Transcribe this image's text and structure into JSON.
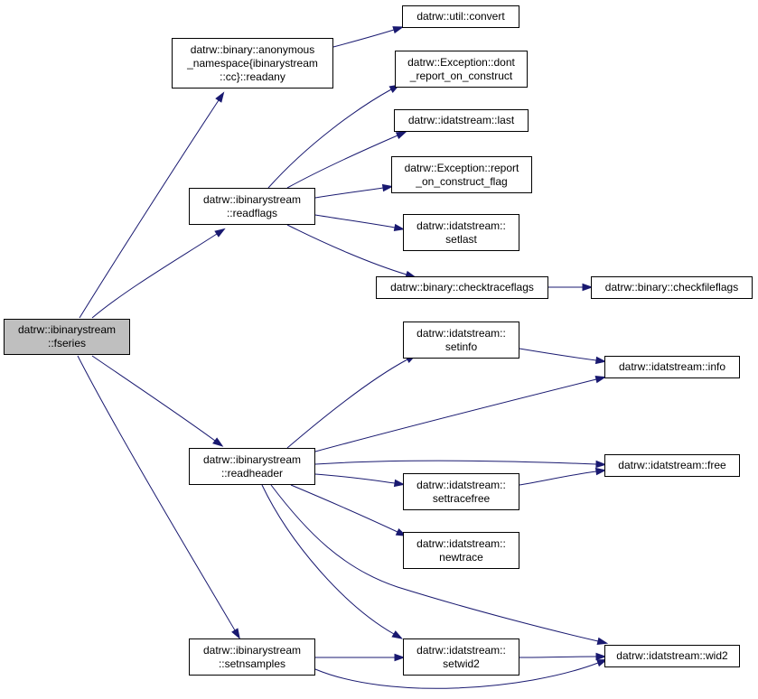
{
  "colors": {
    "edge": "#191970",
    "root_fill": "#bfbfbf",
    "node_fill": "#ffffff"
  },
  "nodes": {
    "fseries": [
      "datrw::ibinarystream",
      "::fseries"
    ],
    "readany": [
      "datrw::binary::anonymous",
      "_namespace{ibinarystream",
      "::cc}::readany"
    ],
    "util_convert": [
      "datrw::util::convert"
    ],
    "dont_report": [
      "datrw::Exception::dont",
      "_report_on_construct"
    ],
    "readflags": [
      "datrw::ibinarystream",
      "::readflags"
    ],
    "last": [
      "datrw::idatstream::last"
    ],
    "report_flag": [
      "datrw::Exception::report",
      "_on_construct_flag"
    ],
    "setlast": [
      "datrw::idatstream::",
      "setlast"
    ],
    "checktraceflags": [
      "datrw::binary::checktraceflags"
    ],
    "checkfileflags": [
      "datrw::binary::checkfileflags"
    ],
    "setinfo": [
      "datrw::idatstream::",
      "setinfo"
    ],
    "info": [
      "datrw::idatstream::info"
    ],
    "readheader": [
      "datrw::ibinarystream",
      "::readheader"
    ],
    "free": [
      "datrw::idatstream::free"
    ],
    "settracefree": [
      "datrw::idatstream::",
      "settracefree"
    ],
    "newtrace": [
      "datrw::idatstream::",
      "newtrace"
    ],
    "setnsamples": [
      "datrw::ibinarystream",
      "::setnsamples"
    ],
    "setwid2": [
      "datrw::idatstream::",
      "setwid2"
    ],
    "wid2": [
      "datrw::idatstream::wid2"
    ]
  },
  "edges": [
    [
      "fseries",
      "readany"
    ],
    [
      "fseries",
      "readflags"
    ],
    [
      "fseries",
      "readheader"
    ],
    [
      "fseries",
      "setnsamples"
    ],
    [
      "readany",
      "util_convert"
    ],
    [
      "readflags",
      "dont_report"
    ],
    [
      "readflags",
      "last"
    ],
    [
      "readflags",
      "report_flag"
    ],
    [
      "readflags",
      "setlast"
    ],
    [
      "readflags",
      "checktraceflags"
    ],
    [
      "checktraceflags",
      "checkfileflags"
    ],
    [
      "readheader",
      "setinfo"
    ],
    [
      "readheader",
      "info"
    ],
    [
      "readheader",
      "free"
    ],
    [
      "readheader",
      "settracefree"
    ],
    [
      "readheader",
      "newtrace"
    ],
    [
      "readheader",
      "setwid2"
    ],
    [
      "readheader",
      "wid2"
    ],
    [
      "setinfo",
      "info"
    ],
    [
      "settracefree",
      "free"
    ],
    [
      "setnsamples",
      "setwid2"
    ],
    [
      "setnsamples",
      "wid2"
    ],
    [
      "setwid2",
      "wid2"
    ]
  ]
}
